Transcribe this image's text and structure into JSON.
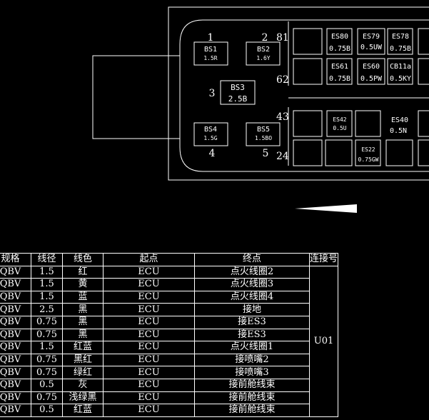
{
  "drawing": {
    "arrow": "left",
    "connector": {
      "pins": [
        {
          "label": "1"
        },
        {
          "label": "2"
        },
        {
          "label": "3"
        },
        {
          "label": "4"
        },
        {
          "label": "5"
        }
      ],
      "fuses": [
        {
          "name": "BS1",
          "rating": "1.5R"
        },
        {
          "name": "BS2",
          "rating": "1.6Y"
        },
        {
          "name": "BS3",
          "rating": "2.5B"
        },
        {
          "name": "BS4",
          "rating": "1.5G"
        },
        {
          "name": "BS5",
          "rating": "1.5BO"
        }
      ]
    },
    "block_pins": {
      "p81": "81",
      "p62": "62",
      "p43": "43",
      "p24": "24"
    },
    "block_labels": [
      {
        "name": "ES80",
        "value": "0.75B"
      },
      {
        "name": "ES79",
        "value": "0.5UW"
      },
      {
        "name": "ES78",
        "value": "0.75B"
      },
      {
        "name": "ES61",
        "value": "0.75B"
      },
      {
        "name": "ES60",
        "value": "0.5PW"
      },
      {
        "name": "CB11a",
        "value": "0.5KY"
      },
      {
        "name": "ES42",
        "value": "0.5U"
      },
      {
        "name": "ES40",
        "value": "0.5N"
      },
      {
        "name": "ES22",
        "value": "0.75GW"
      }
    ]
  },
  "table": {
    "headers": [
      "规格",
      "线径",
      "线色",
      "起点",
      "终点",
      "连接号"
    ],
    "connection": "U01",
    "rows": [
      {
        "spec": "QBV",
        "gauge": "1.5",
        "color": "红",
        "from": "ECU",
        "to": "点火线圈2"
      },
      {
        "spec": "QBV",
        "gauge": "1.5",
        "color": "黄",
        "from": "ECU",
        "to": "点火线圈3"
      },
      {
        "spec": "QBV",
        "gauge": "1.5",
        "color": "蓝",
        "from": "ECU",
        "to": "点火线圈4"
      },
      {
        "spec": "QBV",
        "gauge": "2.5",
        "color": "黑",
        "from": "ECU",
        "to": "接地"
      },
      {
        "spec": "QBV",
        "gauge": "0.75",
        "color": "黑",
        "from": "ECU",
        "to": "接ES3"
      },
      {
        "spec": "QBV",
        "gauge": "0.75",
        "color": "黑",
        "from": "ECU",
        "to": "接ES3"
      },
      {
        "spec": "QBV",
        "gauge": "1.5",
        "color": "红蓝",
        "from": "ECU",
        "to": "点火线圈1"
      },
      {
        "spec": "QBV",
        "gauge": "0.75",
        "color": "黑红",
        "from": "ECU",
        "to": "接喷嘴2"
      },
      {
        "spec": "QBV",
        "gauge": "0.75",
        "color": "绿红",
        "from": "ECU",
        "to": "接喷嘴3"
      },
      {
        "spec": "QBV",
        "gauge": "0.5",
        "color": "灰",
        "from": "ECU",
        "to": "接前舱线束"
      },
      {
        "spec": "QBV",
        "gauge": "0.75",
        "color": "浅绿黑",
        "from": "ECU",
        "to": "接前舱线束"
      },
      {
        "spec": "QBV",
        "gauge": "0.5",
        "color": "红蓝",
        "from": "ECU",
        "to": "接前舱线束"
      }
    ]
  }
}
